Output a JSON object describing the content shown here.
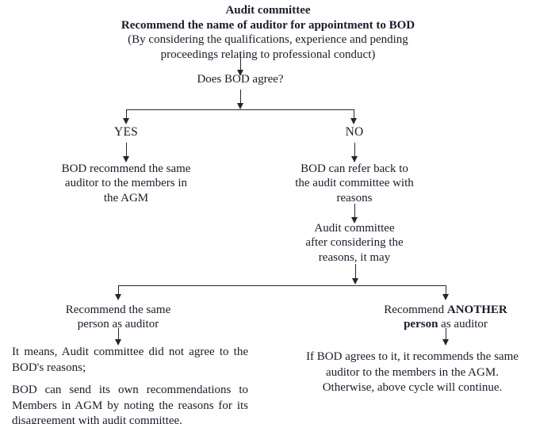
{
  "document": {
    "type": "flowchart",
    "subject": "Appointment of auditor — audit committee and BOD process"
  },
  "header": {
    "line1": "Audit committee",
    "line2": "Recommend the name of auditor for appointment to BOD",
    "line3": "(By considering the qualifications, experience and pending",
    "line4": "proceedings relating to professional conduct)"
  },
  "decision": {
    "question": "Does BOD agree?",
    "yes_label": "YES",
    "no_label": "NO"
  },
  "yes_branch": {
    "box1_line1": "BOD recommend the same",
    "box1_line2": "auditor to the members in",
    "box1_line3": "the AGM"
  },
  "no_branch": {
    "box1_line1": "BOD can refer back to",
    "box1_line2": "the audit committee with",
    "box1_line3": "reasons",
    "box2_line1": "Audit committee",
    "box2_line2": "after considering the",
    "box2_line3": "reasons, it may"
  },
  "outcome_left": {
    "heading_line1": "Recommend the same",
    "heading_line2": "person as auditor",
    "para1": "It means, Audit committee did not agree to the BOD's reasons;",
    "para2": "BOD can send its own recommendations to Members in AGM by noting the reasons for its disagreement with audit committee."
  },
  "outcome_right": {
    "heading_prefix": "Recommend ",
    "heading_bold1": "ANOTHER",
    "heading_bold2": "person",
    "heading_suffix": " as auditor",
    "body_line1": "If BOD agrees to it, it recommends",
    "body_line2": "the same auditor to the members in",
    "body_line3": "the AGM. Otherwise, above cycle will",
    "body_line4": "continue."
  },
  "style": {
    "text_color": "#1b1b2b",
    "line_color": "#262630",
    "background": "#ffffff"
  }
}
